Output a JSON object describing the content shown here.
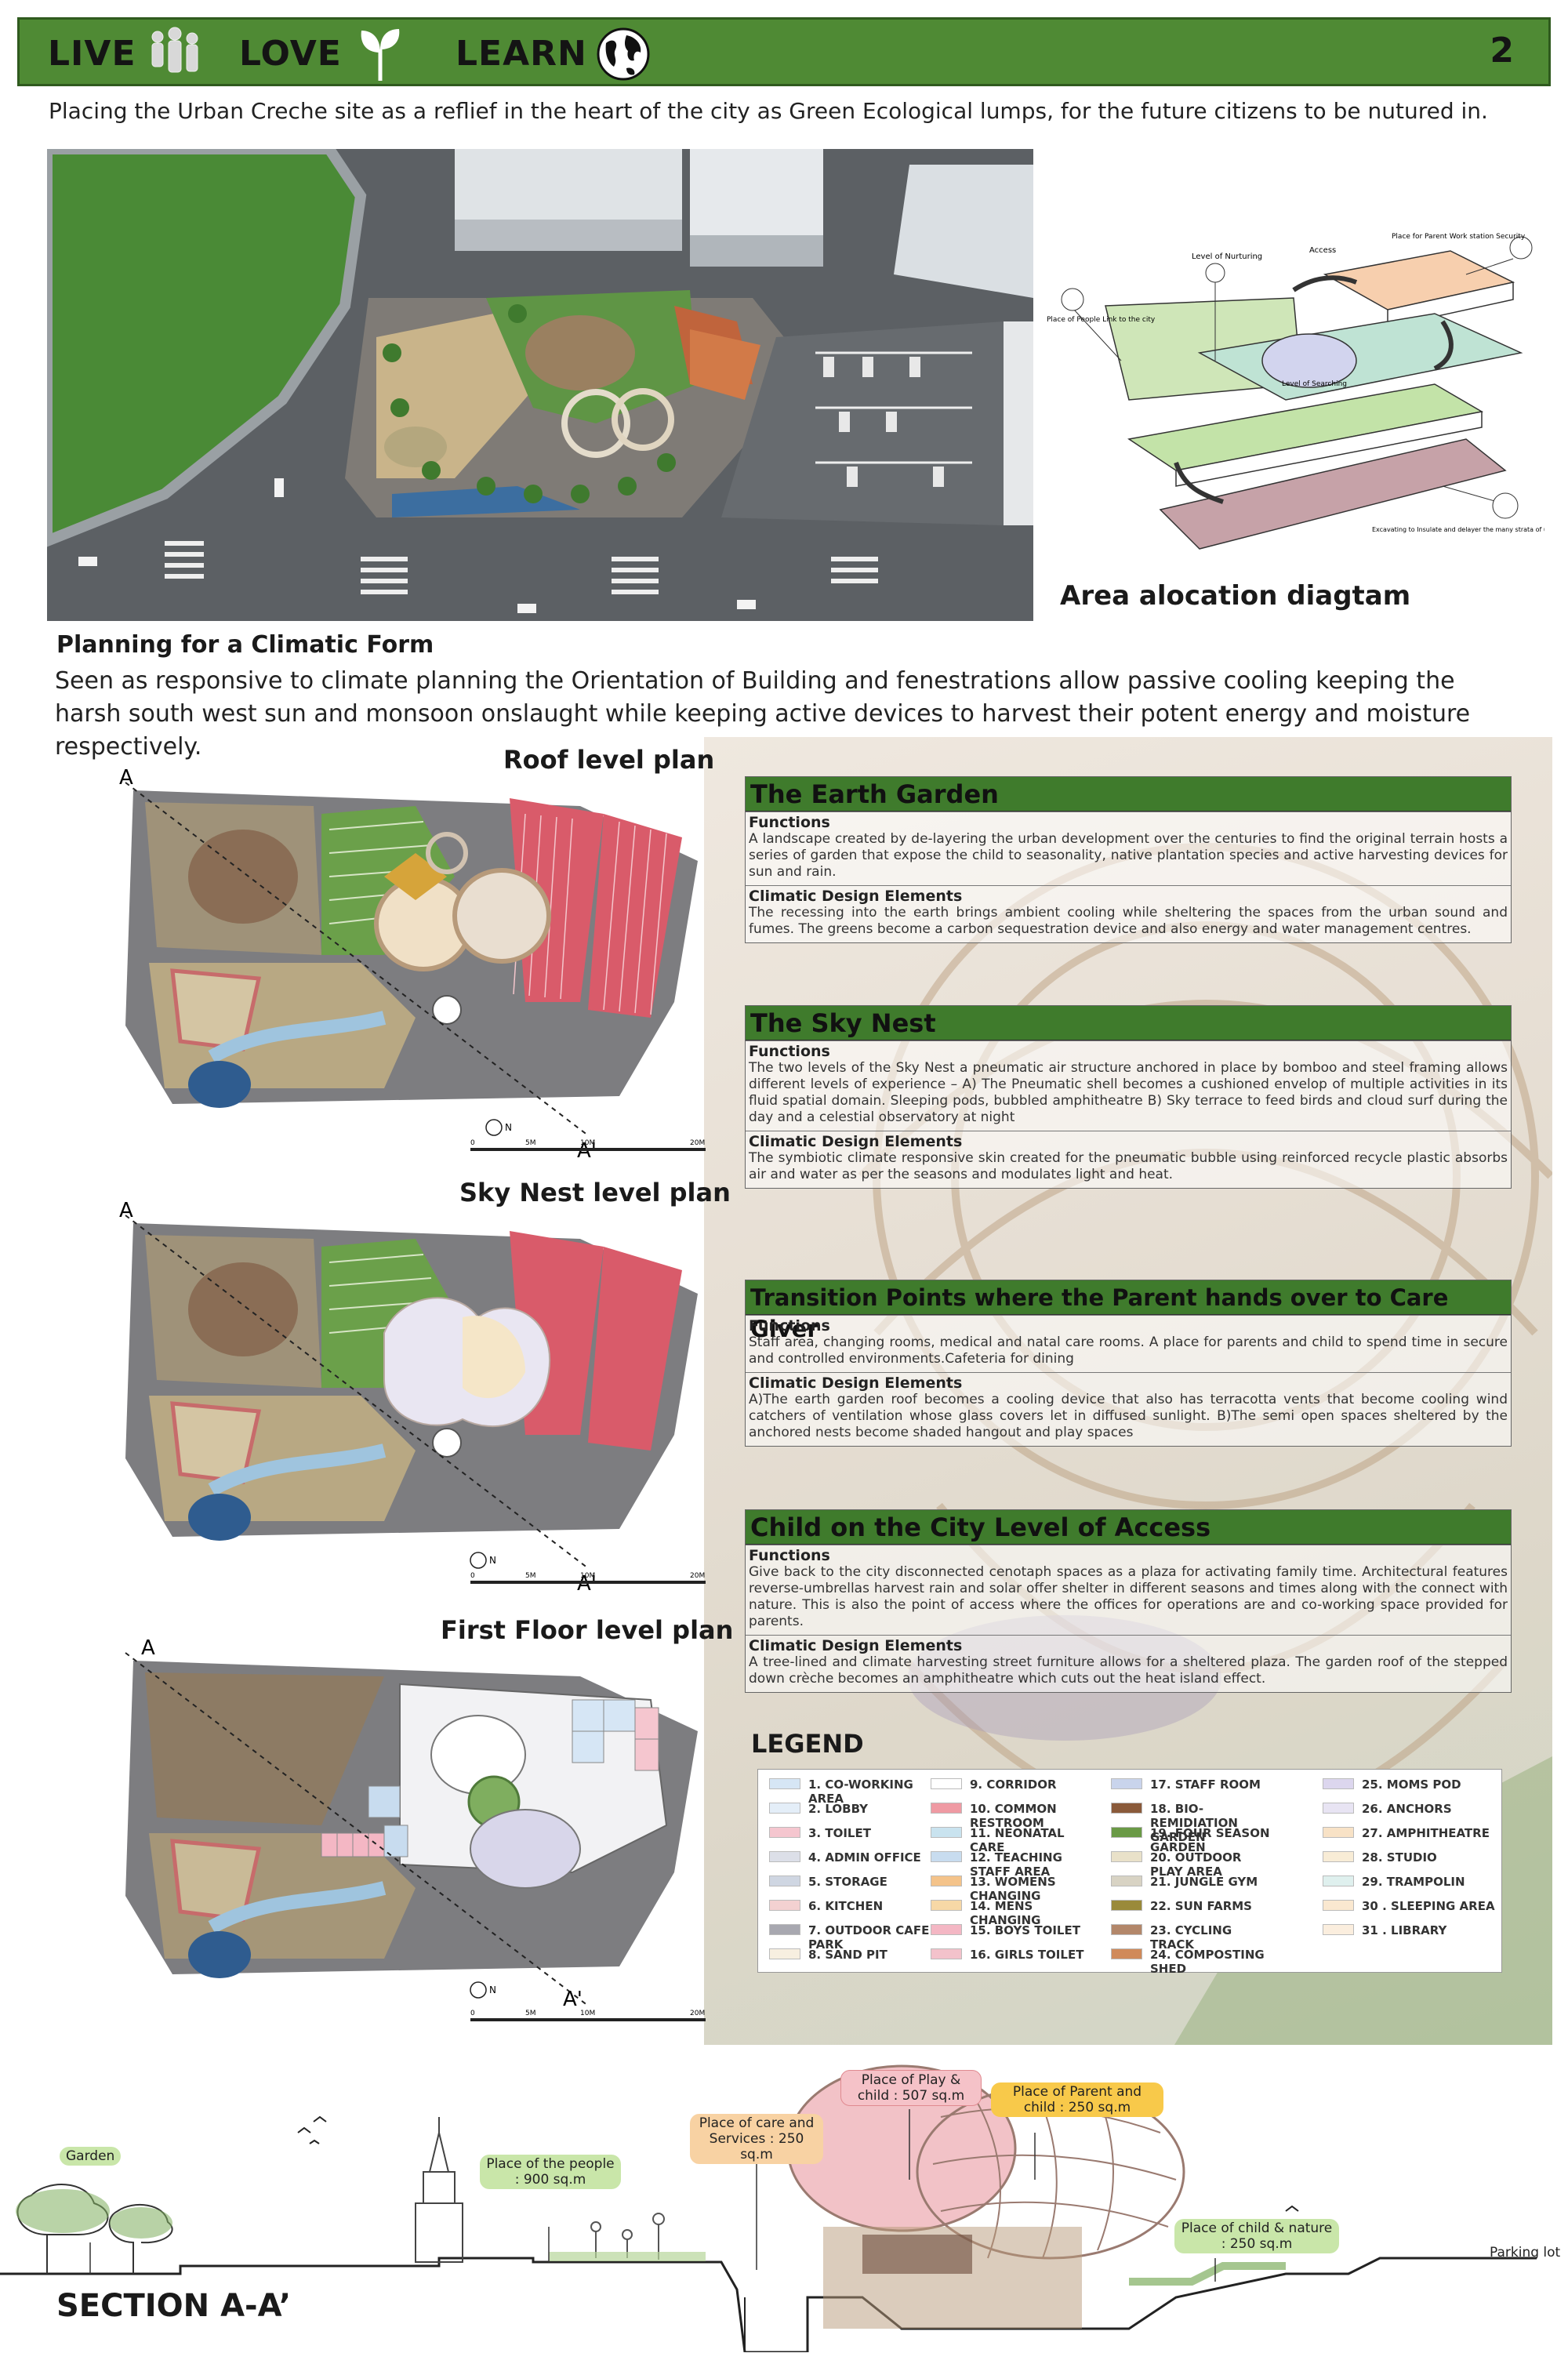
{
  "header": {
    "words": [
      "LIVE",
      "LOVE",
      "LEARN"
    ],
    "page_number": "2"
  },
  "intro": "Placing the Urban Creche site as a reflief in the heart of the city as Green Ecological lumps, for the future citizens to be nutured in.",
  "diagram": {
    "title": "Area alocation  diagtam",
    "labels": {
      "nurturing": "Level of Nurturing",
      "access": "Access",
      "parent": "Place for Parent Work station Security",
      "people": "Place of People Link to the city",
      "searching": "Level of Searching",
      "excavating": "Excavating to Insulate and delayer the many strata of urbanisation"
    }
  },
  "planning": {
    "heading": "Planning for a Climatic Form",
    "text": "Seen as responsive to climate planning the Orientation of Building and fenestrations allow passive cooling keeping the harsh south west sun and  monsoon onslaught while keeping  active devices to harvest their potent energy and moisture respectively."
  },
  "plans": [
    {
      "title": "Roof level plan",
      "mark_a": "A",
      "mark_a2": "A'",
      "scale": [
        "0",
        "5M",
        "10M",
        "20M"
      ],
      "north": "N"
    },
    {
      "title": "Sky Nest level plan",
      "mark_a": "A",
      "mark_a2": "A'",
      "scale": [
        "0",
        "5M",
        "10M",
        "20M"
      ],
      "north": "N"
    },
    {
      "title": "First Floor level plan",
      "mark_a": "A",
      "mark_a2": "A'",
      "scale": [
        "0",
        "5M",
        "10M",
        "20M"
      ],
      "north": "N"
    }
  ],
  "boxes": [
    {
      "title": "The Earth Garden",
      "sections": [
        {
          "heading": "Functions",
          "text": "A landscape created by de-layering the urban development over the centuries  to find the original terrain hosts a series of  garden that expose the child to seasonality, native plantation species and active harvesting devices for sun and rain."
        },
        {
          "heading": "Climatic Design Elements",
          "text": "The recessing into the earth brings ambient cooling while sheltering the spaces from the urban sound and fumes. The greens become a carbon sequestration device and also energy and water management centres."
        }
      ]
    },
    {
      "title": "The Sky Nest",
      "sections": [
        {
          "heading": "Functions",
          "text": "The two levels of the Sky Nest a pneumatic air structure anchored in place by bomboo and steel framing allows different levels of experience – A) The Pneumatic shell becomes a cushioned envelop of multiple activities in its fluid spatial domain.  Sleeping pods, bubbled amphitheatre B) Sky terrace to feed birds  and cloud surf during the day and a celestial observatory at night"
        },
        {
          "heading": "Climatic Design Elements",
          "text": "The symbiotic climate responsive skin created for the pneumatic bubble using reinforced recycle plastic  absorbs air and water as per the seasons and modulates light and heat."
        }
      ]
    },
    {
      "title": "Transition Points where the Parent hands over to Care Giver",
      "sections": [
        {
          "heading": "Functions",
          "text": "Staff area, changing rooms, medical  and natal care rooms. A place for parents and child to spend time in secure and controlled environments.Cafeteria for dining"
        },
        {
          "heading": "Climatic Design Elements",
          "text": "A)The earth garden roof becomes a cooling device that also has terracotta  vents that become cooling wind catchers of ventilation whose glass covers let in diffused sunlight. B)The semi open spaces  sheltered by the anchored nests  become shaded hangout and play spaces"
        }
      ]
    },
    {
      "title": "Child  on the City Level  of Access",
      "sections": [
        {
          "heading": "Functions",
          "text": "Give back to the city disconnected cenotaph spaces as a plaza for activating family time. Architectural features reverse-umbrellas  harvest rain  and solar offer shelter in different seasons  and times along with the connect with nature.  This is also the point of access where the offices  for operations are and co-working space provided for parents."
        },
        {
          "heading": "Climatic Design Elements",
          "text": "A tree-lined  and  climate harvesting street furniture allows for a  sheltered plaza. The garden roof of the  stepped down crèche becomes an  amphitheatre   which cuts out the heat island effect."
        }
      ]
    }
  ],
  "legend": {
    "title": "LEGEND",
    "items": [
      {
        "label": "1. CO-WORKING AREA",
        "color": "#d6e6f5"
      },
      {
        "label": "2. LOBBY",
        "color": "#e4eef8"
      },
      {
        "label": "3. TOILET",
        "color": "#f5c6cf"
      },
      {
        "label": "4. ADMIN OFFICE",
        "color": "#dcdfe8"
      },
      {
        "label": "5. STORAGE",
        "color": "#cfd6e2"
      },
      {
        "label": "6. KITCHEN",
        "color": "#f3d1d1"
      },
      {
        "label": "7. OUTDOOR CAFE PARK",
        "color": "#a8a8b0"
      },
      {
        "label": "8. SAND PIT",
        "color": "#f7efe0"
      },
      {
        "label": "9. CORRIDOR",
        "color": "#ffffff"
      },
      {
        "label": "10. COMMON RESTROOM",
        "color": "#ef9aa3"
      },
      {
        "label": "11. NEONATAL CARE",
        "color": "#c9e3ef"
      },
      {
        "label": "12. TEACHING STAFF AREA",
        "color": "#c8dcef"
      },
      {
        "label": "13. WOMENS CHANGING",
        "color": "#f4c38a"
      },
      {
        "label": "14. MENS CHANGING",
        "color": "#f7d8a6"
      },
      {
        "label": "15. BOYS TOILET",
        "color": "#f4b7c4"
      },
      {
        "label": "16. GIRLS TOILET",
        "color": "#f3c2cb"
      },
      {
        "label": "17. STAFF ROOM",
        "color": "#c9d4ec"
      },
      {
        "label": "18. BIO-REMIDIATION GARDEN",
        "color": "#8a5a3a"
      },
      {
        "label": "19. FOUR SEASON GARDEN",
        "color": "#6a9a46"
      },
      {
        "label": "20. OUTDOOR PLAY AREA",
        "color": "#e9e1c9"
      },
      {
        "label": "21. JUNGLE GYM",
        "color": "#d8d3c4"
      },
      {
        "label": "22. SUN FARMS",
        "color": "#9a8a3a"
      },
      {
        "label": "23. CYCLING TRACK",
        "color": "#b3876a"
      },
      {
        "label": "24. COMPOSTING SHED",
        "color": "#d08a5a"
      },
      {
        "label": "25. MOMS POD",
        "color": "#dcd6ee"
      },
      {
        "label": "26.  ANCHORS",
        "color": "#e8e4f3"
      },
      {
        "label": "27. AMPHITHEATRE",
        "color": "#f8e2c6"
      },
      {
        "label": "28. STUDIO",
        "color": "#f8ecd6"
      },
      {
        "label": "29. TRAMPOLIN",
        "color": "#dff0ee"
      },
      {
        "label": "30 . SLEEPING AREA",
        "color": "#fae8d0"
      },
      {
        "label": "31 . LIBRARY",
        "color": "#fbeede"
      }
    ]
  },
  "section": {
    "title": "SECTION A-A’",
    "labels": {
      "garden": "Garden",
      "people": "Place of the people : 900 sq.m",
      "care": "Place of care and Services : 250 sq.m",
      "play": "Place of Play & child : 507 sq.m",
      "parent": "Place of Parent and child : 250 sq.m",
      "nature": "Place of child & nature : 250 sq.m",
      "parking": "Parking lot"
    }
  },
  "colors": {
    "header_green": "#4f8a34",
    "box_bar_green": "#3f7b2c",
    "plan_green": "#6ba04a",
    "roof_red": "#d95b6a",
    "plan_grey": "#7d7d80"
  }
}
